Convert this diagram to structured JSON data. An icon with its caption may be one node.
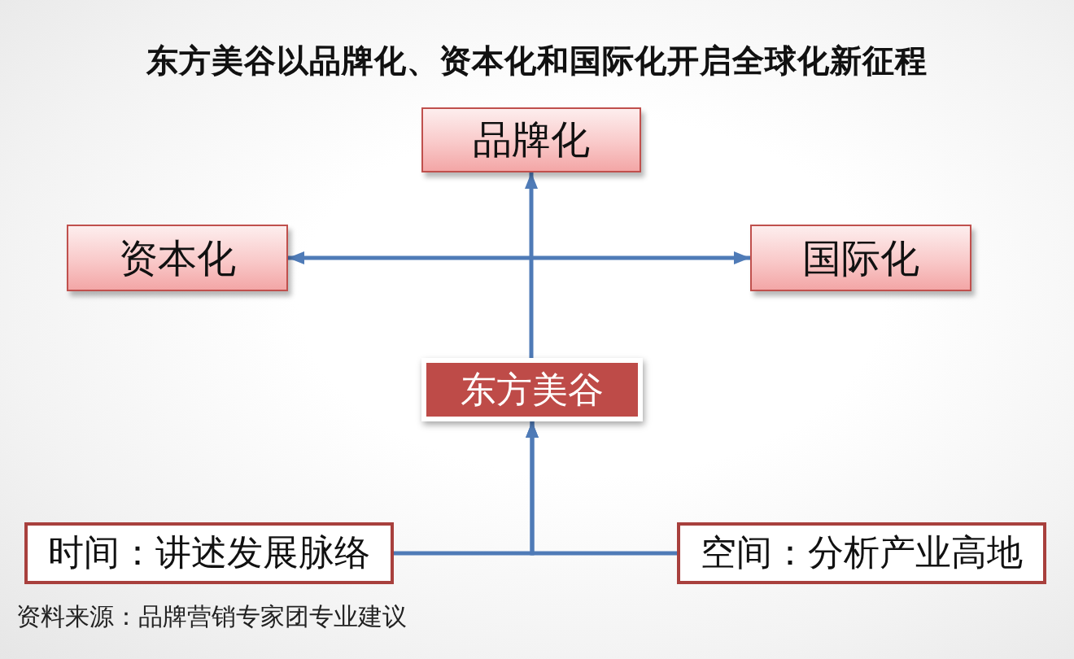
{
  "diagram": {
    "title": "东方美谷以品牌化、资本化和国际化开启全球化新征程",
    "nodes": [
      {
        "text": [
          "品牌化"
        ]
      },
      {
        "text": [
          "资本化"
        ]
      },
      {
        "text": [
          "国际化"
        ]
      },
      {
        "text": [
          "东方美谷"
        ]
      },
      {
        "text": [
          "时间：讲述发展脉络"
        ]
      },
      {
        "text": [
          "空间：分析产业高地"
        ]
      }
    ],
    "edges": [
      {
        "from": 4,
        "to": 3,
        "arrow": "to"
      },
      {
        "from": 5,
        "to": 3,
        "arrow": "to"
      },
      {
        "from": 3,
        "to": 0,
        "arrow": "to"
      },
      {
        "from": 1,
        "to": 2,
        "arrow": "both"
      }
    ],
    "labels": [
      "资料来源：品牌营销专家团专业建议"
    ]
  }
}
